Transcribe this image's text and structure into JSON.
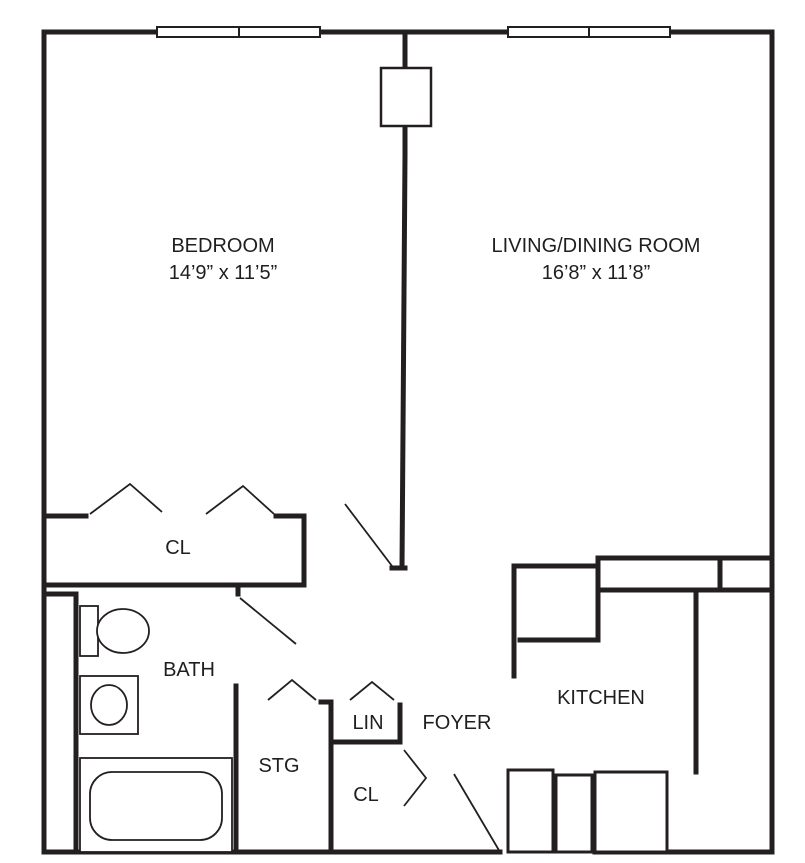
{
  "rooms": {
    "bedroom": {
      "name": "BEDROOM",
      "size": "14’9” x 11’5”"
    },
    "living": {
      "name": "LIVING/DINING ROOM",
      "size": "16’8” x 11’8”"
    },
    "bedroom_closet": {
      "name": "CL"
    },
    "bath": {
      "name": "BATH"
    },
    "storage": {
      "name": "STG"
    },
    "linen": {
      "name": "LIN"
    },
    "foyer_closet": {
      "name": "CL"
    },
    "foyer": {
      "name": "FOYER"
    },
    "kitchen": {
      "name": "KITCHEN"
    }
  },
  "colors": {
    "wall": "#231f20",
    "background": "#ffffff"
  }
}
